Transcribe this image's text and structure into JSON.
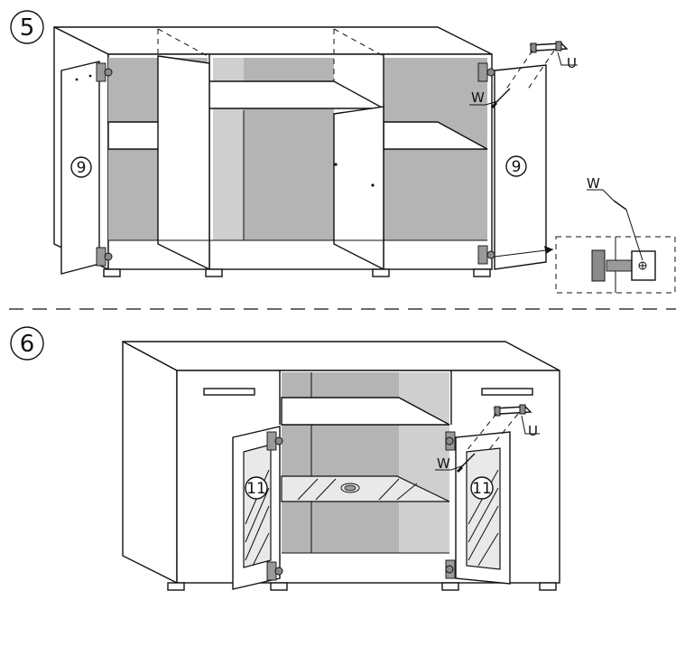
{
  "steps": [
    {
      "number": "5",
      "door_part_left": "9",
      "door_part_right": "9",
      "callouts": {
        "handle": "U",
        "screw": "W",
        "detail_screw": "W"
      }
    },
    {
      "number": "6",
      "door_part_left": "11",
      "door_part_right": "11",
      "callouts": {
        "handle": "U",
        "screw": "W"
      }
    }
  ],
  "icons": [
    "hinge-icon",
    "handle-icon",
    "screw-icon",
    "hinge-detail-icon"
  ],
  "colors": {
    "line": "#111111",
    "interior": "#b4b4b4",
    "glass": "#e9e9e9"
  }
}
